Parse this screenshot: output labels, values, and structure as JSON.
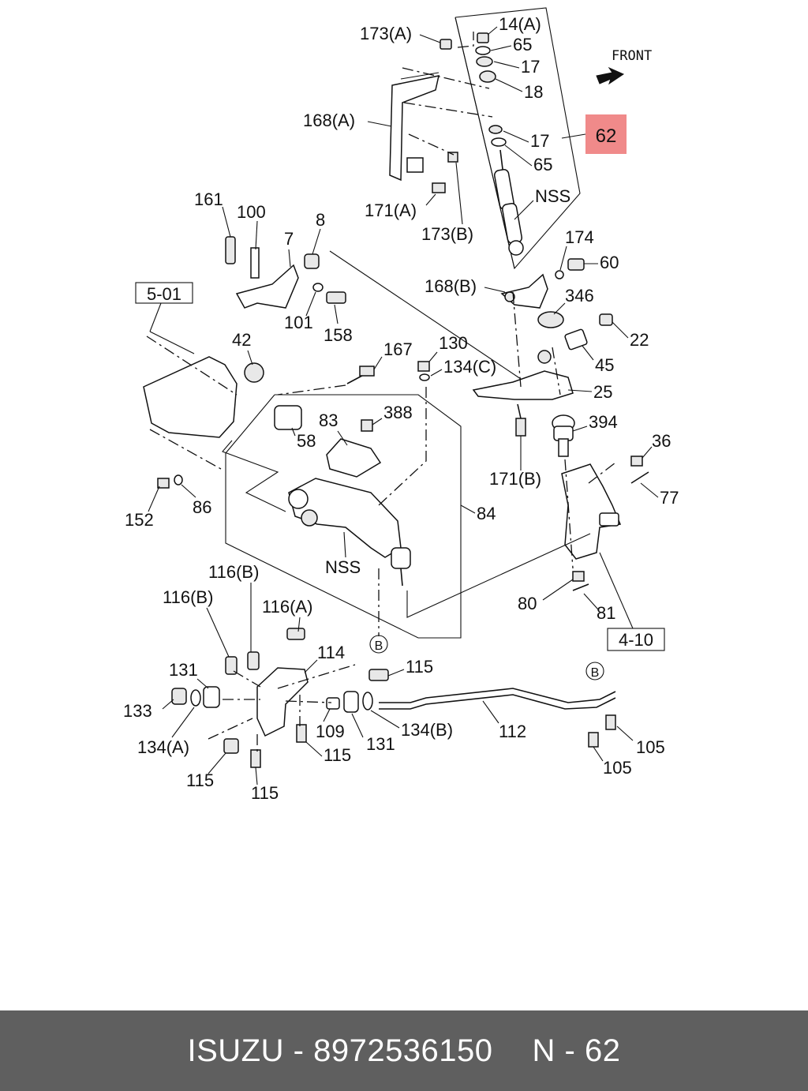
{
  "diagram": {
    "direction_label": "FRONT",
    "highlight_label": "62",
    "highlight_color": "#f08a8a",
    "ref_boxes": [
      "5-01",
      "4-10"
    ],
    "circle_refs": [
      "B",
      "B"
    ],
    "labels": [
      "173(A)",
      "14(A)",
      "65",
      "17",
      "18",
      "168(A)",
      "17",
      "65",
      "171(A)",
      "173(B)",
      "NSS",
      "161",
      "100",
      "8",
      "7",
      "174",
      "60",
      "168(B)",
      "101",
      "158",
      "346",
      "22",
      "42",
      "167",
      "130",
      "134(C)",
      "45",
      "25",
      "83",
      "388",
      "58",
      "394",
      "36",
      "171(B)",
      "77",
      "152",
      "86",
      "84",
      "NSS",
      "80",
      "81",
      "116(B)",
      "116(B)",
      "116(A)",
      "114",
      "115",
      "131",
      "133",
      "109",
      "131",
      "134(B)",
      "112",
      "105",
      "134(A)",
      "115",
      "115",
      "115",
      "105"
    ]
  },
  "footer": {
    "brand": "ISUZU",
    "dash": "-",
    "part_number": "8972536150",
    "ref": "N - 62"
  }
}
